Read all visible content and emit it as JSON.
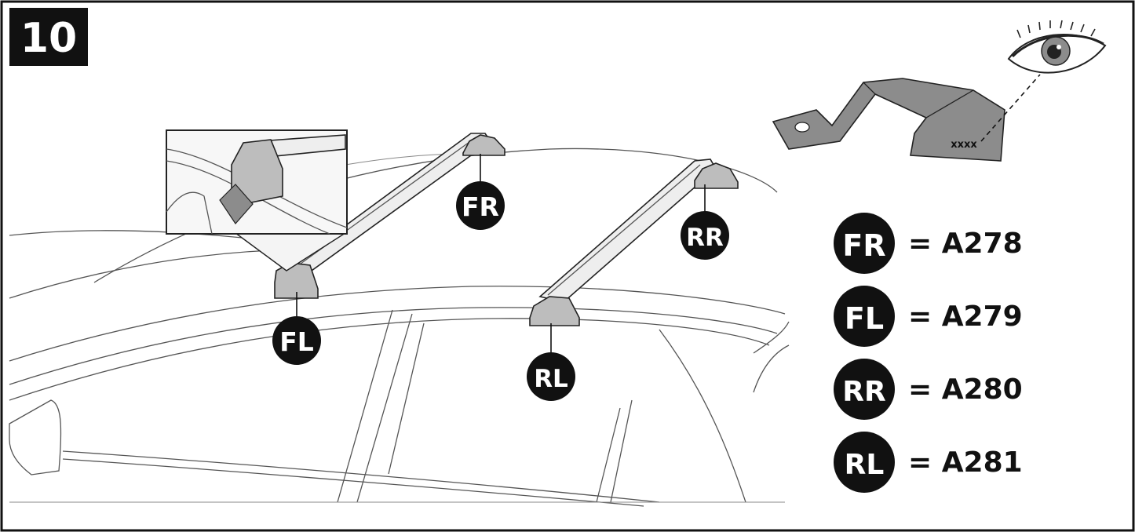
{
  "step": {
    "number": "10"
  },
  "markers": {
    "fr": {
      "label": "FR"
    },
    "fl": {
      "label": "FL"
    },
    "rr": {
      "label": "RR"
    },
    "rl": {
      "label": "RL"
    }
  },
  "bracket": {
    "marking": "xxxx"
  },
  "legend": [
    {
      "code": "FR",
      "value": "= A278"
    },
    {
      "code": "FL",
      "value": "= A279"
    },
    {
      "code": "RR",
      "value": "= A280"
    },
    {
      "code": "RL",
      "value": "= A281"
    }
  ],
  "colors": {
    "badge": "#111111",
    "frame": "#111111",
    "part_gray": "#8c8c8c"
  }
}
